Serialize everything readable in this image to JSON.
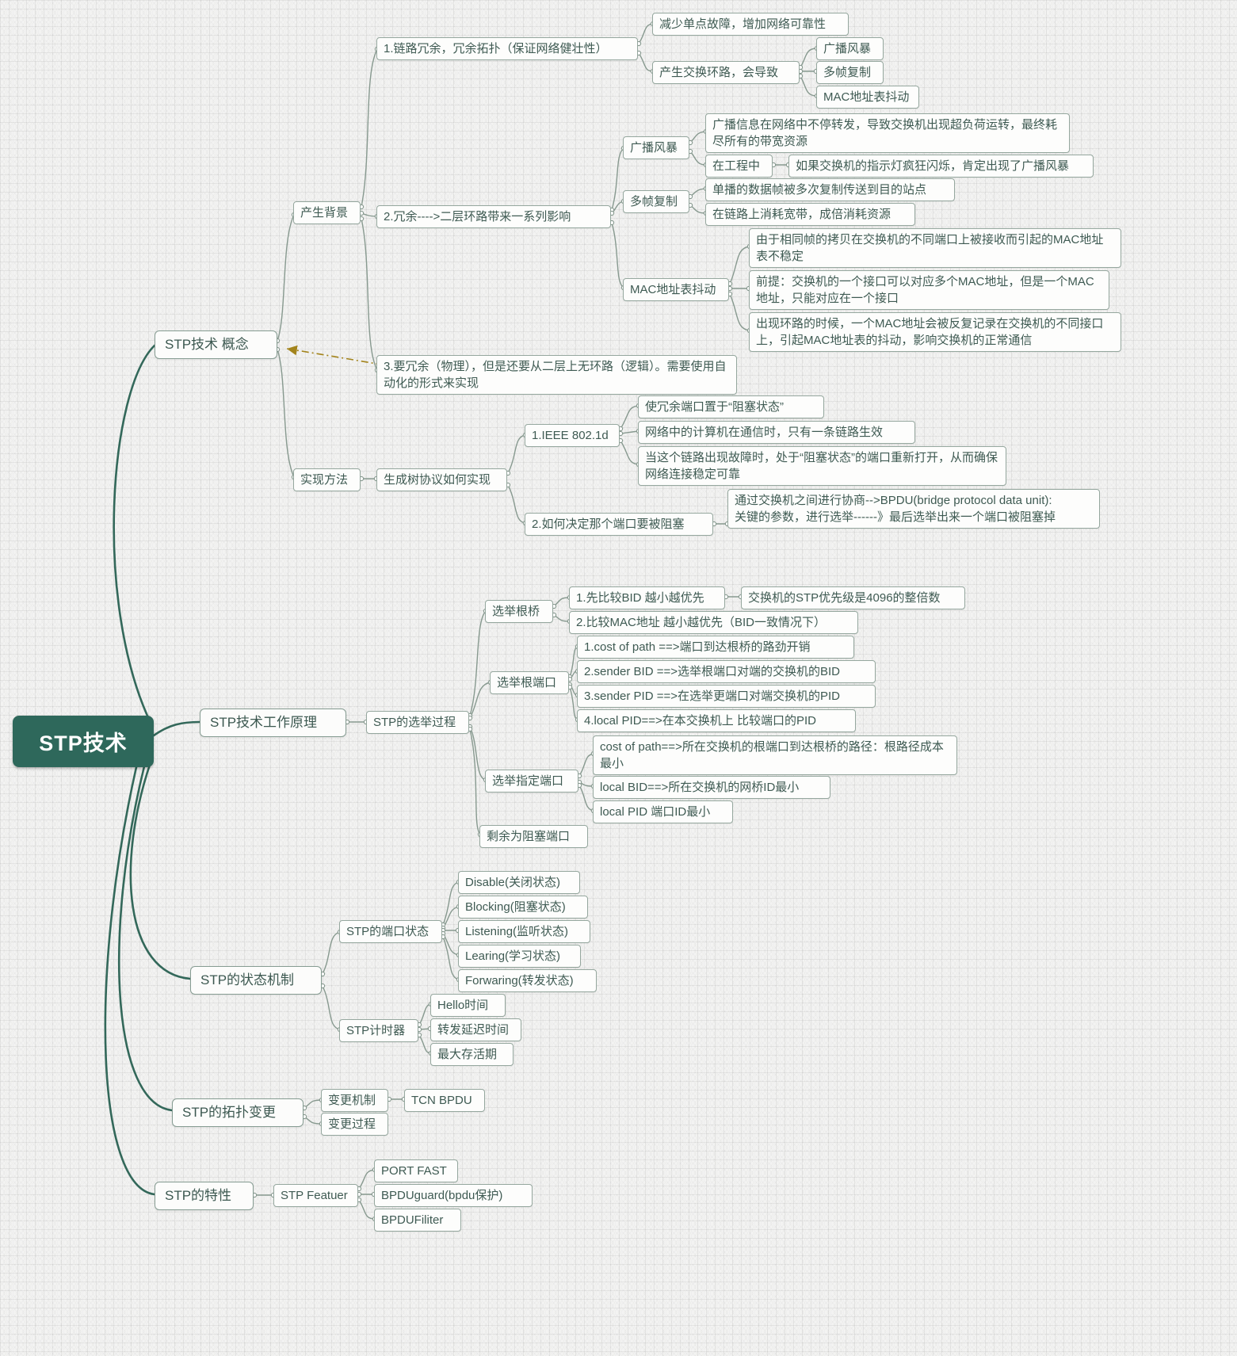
{
  "root": {
    "label": "STP技术"
  },
  "concept": {
    "label": "STP技术 概念",
    "background": {
      "label": "产生背景",
      "item1": {
        "label": "1.链路冗余，冗余拓扑（保证网络健壮性）",
        "benefit": "减少单点故障，增加网络可靠性",
        "loop": {
          "label": "产生交换环路，会导致",
          "effects": [
            "广播风暴",
            "多帧复制",
            "MAC地址表抖动"
          ]
        }
      },
      "item2": {
        "label": "2.冗余---->二层环路带来一系列影响",
        "storm": {
          "label": "广播风暴",
          "desc": "广播信息在网络中不停转发，导致交换机出现超负荷运转，最终耗尽所有的带宽资源",
          "engineering": {
            "label": "在工程中",
            "desc": "如果交换机的指示灯疯狂闪烁，肯定出现了广播风暴"
          }
        },
        "multiframe": {
          "label": "多帧复制",
          "desc1": "单播的数据帧被多次复制传送到目的站点",
          "desc2": "在链路上消耗宽带，成倍消耗资源"
        },
        "macflap": {
          "label": "MAC地址表抖动",
          "desc1": "由于相同帧的拷贝在交换机的不同端口上被接收而引起的MAC地址表不稳定",
          "desc2": "前提：交换机的一个接口可以对应多个MAC地址，但是一个MAC地址，只能对应在一个接口",
          "desc3": "出现环路的时候，一个MAC地址会被反复记录在交换机的不同接口上，引起MAC地址表的抖动，影响交换机的正常通信"
        }
      },
      "item3": {
        "label": "3.要冗余（物理），但是还要从二层上无环路（逻辑）。需要使用自动化的形式来实现"
      }
    },
    "implementation": {
      "label": "实现方法",
      "how": {
        "label": "生成树协议如何实现",
        "ieee": {
          "label": "1.IEEE 802.1d",
          "points": [
            "使冗余端口置于“阻塞状态”",
            "网络中的计算机在通信时，只有一条链路生效",
            "当这个链路出现故障时，处于“阻塞状态”的端口重新打开，从而确保网络连接稳定可靠"
          ]
        },
        "decide": {
          "label": "2.如何决定那个端口要被阻塞",
          "desc": "通过交换机之间进行协商-->BPDU(bridge protocol data unit):\n关键的参数，进行选举------》最后选举出来一个端口被阻塞掉"
        }
      }
    }
  },
  "principle": {
    "label": "STP技术工作原理",
    "election": {
      "label": "STP的选举过程",
      "rootBridge": {
        "label": "选举根桥",
        "rule1": "1.先比较BID 越小越优先",
        "rule1note": "交换机的STP优先级是4096的整倍数",
        "rule2": "2.比较MAC地址 越小越优先（BID一致情况下）"
      },
      "rootPort": {
        "label": "选举根端口",
        "rules": [
          "1.cost of path ==>端口到达根桥的路劲开销",
          "2.sender BID ==>选举根端口对端的交换机的BID",
          "3.sender PID ==>在选举更端口对端交换机的PID",
          "4.local PID==>在本交换机上 比较端口的PID"
        ]
      },
      "designatedPort": {
        "label": "选举指定端口",
        "rules": [
          "cost of path==>所在交换机的根端口到达根桥的路径：根路径成本最小",
          "local BID==>所在交换机的网桥ID最小",
          "local PID 端口ID最小"
        ]
      },
      "blocked": {
        "label": "剩余为阻塞端口"
      }
    }
  },
  "states": {
    "label": "STP的状态机制",
    "portStates": {
      "label": "STP的端口状态",
      "items": [
        "Disable(关闭状态)",
        "Blocking(阻塞状态)",
        "Listening(监听状态)",
        "Learing(学习状态)",
        "Forwaring(转发状态)"
      ]
    },
    "timers": {
      "label": "STP计时器",
      "items": [
        "Hello时间",
        "转发延迟时间",
        "最大存活期"
      ]
    }
  },
  "topology": {
    "label": "STP的拓扑变更",
    "mechanism": {
      "label": "变更机制",
      "tcn": "TCN BPDU"
    },
    "process": {
      "label": "变更过程"
    }
  },
  "features": {
    "label": "STP的特性",
    "feature": {
      "label": "STP Featuer",
      "items": [
        "PORT FAST",
        "BPDUguard(bpdu保护)",
        "BPDUFiliter"
      ]
    }
  }
}
